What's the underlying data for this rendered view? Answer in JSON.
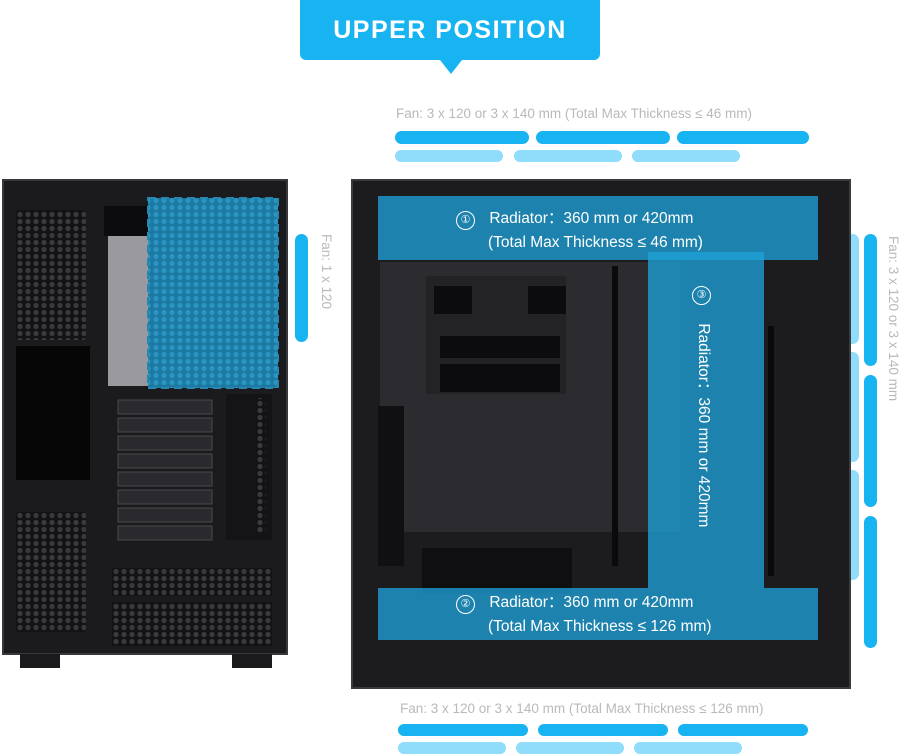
{
  "banner": {
    "title": "UPPER POSITION"
  },
  "top_fan": {
    "caption": "Fan: 3 x 120  or 3 x 140 mm (Total Max Thickness ≤ 46 mm)"
  },
  "bottom_fan": {
    "caption": "Fan: 3 x 120  or 3 x 140 mm (Total Max Thickness ≤ 126 mm)"
  },
  "left_fan": {
    "caption": "Fan: 1 x 120"
  },
  "right_fan": {
    "caption": "Fan: 3 x 120  or 3 x 140 mm"
  },
  "radiators": {
    "top": {
      "number": "①",
      "line1": "Radiator：360 mm or 420mm",
      "line2": "(Total Max Thickness ≤ 46 mm)"
    },
    "bottom": {
      "number": "②",
      "line1": "Radiator：360 mm or 420mm",
      "line2": "(Total Max Thickness ≤ 126 mm)"
    },
    "side": {
      "number": "③",
      "text": "Radiator：360 mm or 420mm"
    }
  },
  "colors": {
    "accent": "#18b4f1",
    "accent_light": "#8fdcfb",
    "overlay": "rgba(30,160,215,0.75)",
    "case_body": "#1b1b1d"
  }
}
